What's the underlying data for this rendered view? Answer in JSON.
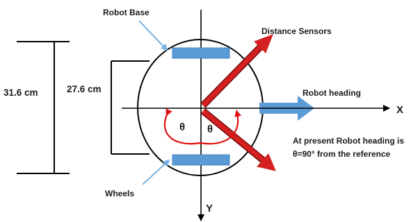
{
  "labels": {
    "robot_base": "Robot Base",
    "distance_sensors": "Distance Sensors",
    "robot_heading": "Robot heading",
    "x_axis": "X",
    "y_axis": "Y",
    "outer_dim": "31.6 cm",
    "inner_dim": "27.6 cm",
    "theta_left": "θ",
    "theta_right": "θ",
    "wheels": "Wheels",
    "note_line1": "At present Robot heading is",
    "note_line2": "θ=90° from the reference"
  },
  "colors": {
    "wheel_fill": "#5b9bd5",
    "wheel_stroke": "#4a86c0",
    "sensor": "#d42020",
    "sensor_edge": "#7a0a0a",
    "heading_arrow": "#5b9bd5",
    "angle_arc": "#e01010",
    "pointer": "#7ab4e6",
    "axis": "#000000"
  }
}
